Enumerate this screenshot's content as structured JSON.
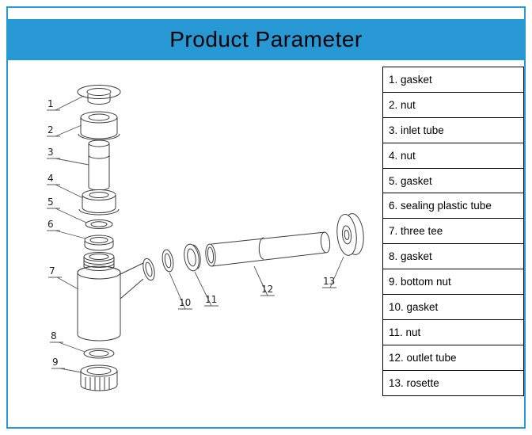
{
  "page": {
    "title": "Product Parameter"
  },
  "colors": {
    "accent_blue": "#2798d4",
    "line_color": "#3c3c3c"
  },
  "parts": [
    "1. gasket",
    "2. nut",
    "3. inlet tube",
    "4. nut",
    "5. gasket",
    "6. sealing plastic tube",
    "7. three tee",
    "8. gasket",
    "9. bottom nut",
    "10. gasket",
    "11. nut",
    "12. outlet tube",
    "13. rosette"
  ],
  "diagram": {
    "description": "exploded view of bottle trap siphon",
    "callouts": [
      "1",
      "2",
      "3",
      "4",
      "5",
      "6",
      "7",
      "8",
      "9",
      "10",
      "11",
      "12",
      "13"
    ]
  }
}
